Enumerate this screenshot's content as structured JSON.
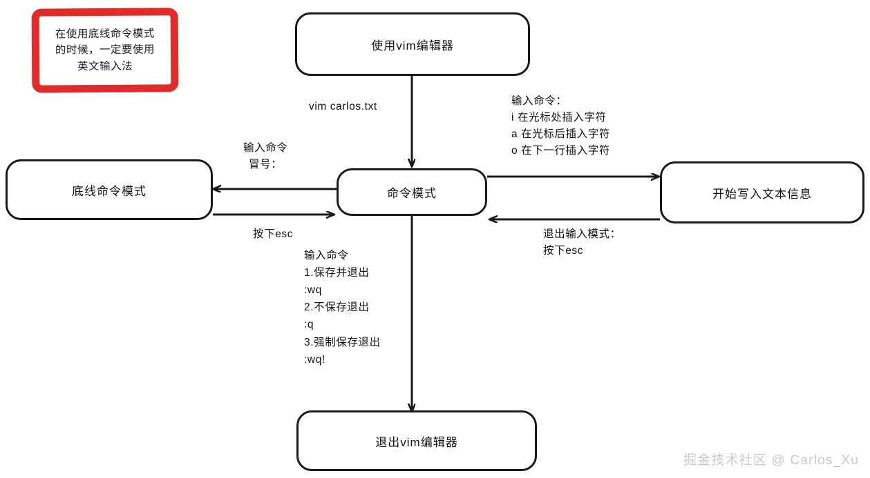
{
  "diagram": {
    "title": "vim editor mode flow",
    "colors": {
      "stroke": "#1a1a1a",
      "warning": "#e02b2b",
      "background": "#ffffff",
      "watermark": "#c9c9c9"
    },
    "warning": {
      "line1": "在使用底线命令模式",
      "line2": "的时候，一定要使用",
      "line3": "英文输入法"
    },
    "nodes": {
      "start": "使用vim编辑器",
      "command_mode": "命令模式",
      "last_line_mode": "底线命令模式",
      "insert_mode": "开始写入文本信息",
      "exit": "退出vim编辑器"
    },
    "edges": {
      "start_to_command": "vim carlos.txt",
      "command_to_lastline": "输入命令\n冒号：",
      "lastline_to_command": "按下esc",
      "command_to_insert": "输入命令：\ni 在光标处插入字符\na 在光标后插入字符\no 在下一行插入字符",
      "insert_to_command": "退出输入模式：\n按下esc",
      "command_to_exit": "输入命令\n1.保存并退出\n:wq\n2.不保存退出\n:q\n3.强制保存退出\n:wq!"
    },
    "watermark": "掘金技术社区 @ Carlos_Xu"
  }
}
